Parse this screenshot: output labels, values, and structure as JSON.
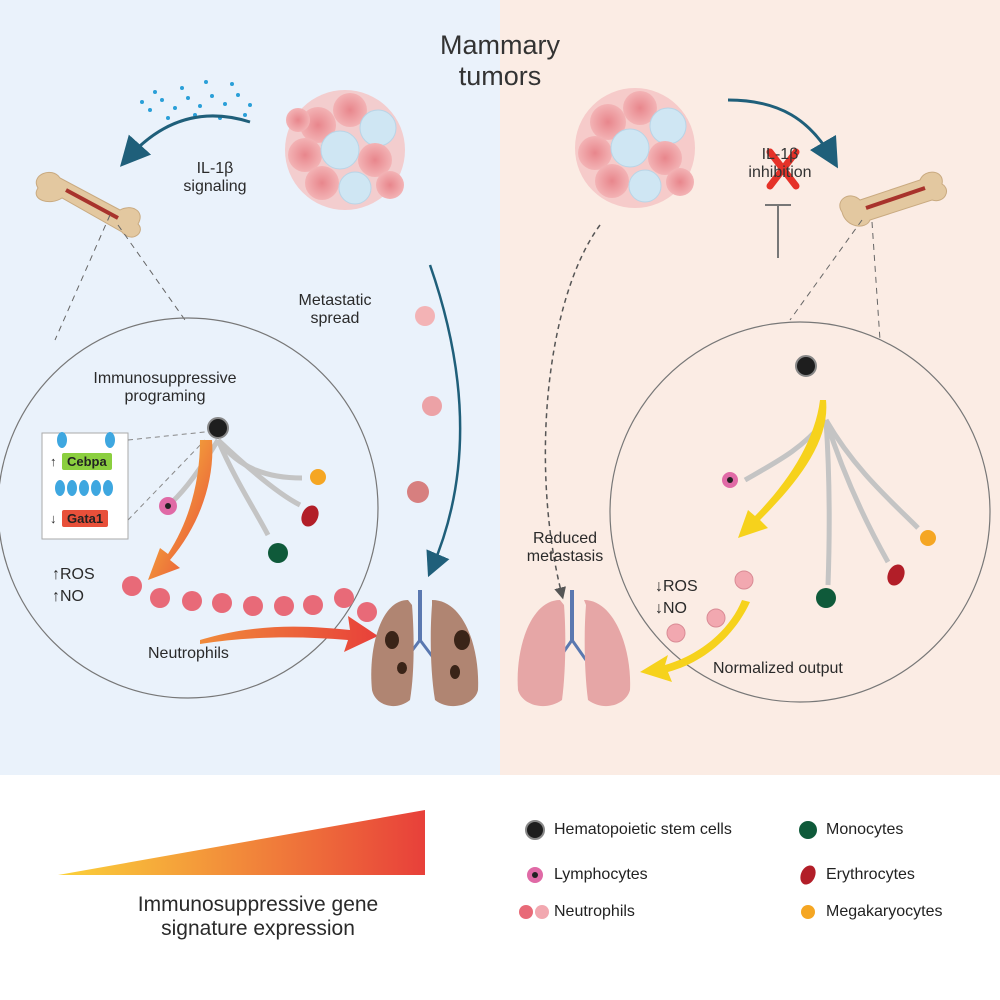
{
  "title": [
    "Mammary",
    "tumors"
  ],
  "left": {
    "il1b_label": [
      "IL-1β",
      "signaling"
    ],
    "metastatic_label": [
      "Metastatic",
      "spread"
    ],
    "programming_label": [
      "Immunosuppressive",
      "programing"
    ],
    "gene_up": "Cebpa",
    "gene_down": "Gata1",
    "ros": "ROS",
    "no": "NO",
    "neutrophils_label": "Neutrophils"
  },
  "right": {
    "inhibition_label": [
      "IL-1β",
      "inhibition"
    ],
    "reduced_label": [
      "Reduced",
      "metastasis"
    ],
    "ros": "ROS",
    "no": "NO",
    "normalized_label": "Normalized output"
  },
  "gradient_label": [
    "Immunosuppressive gene",
    "signature expression"
  ],
  "legend": [
    {
      "label": "Hematopoietic stem cells",
      "color": "#1e1e1e"
    },
    {
      "label": "Lymphocytes",
      "color": "#e06aa6"
    },
    {
      "label": "Neutrophils",
      "color": "#e86a78"
    },
    {
      "label": "Monocytes",
      "color": "#0f5a3a"
    },
    {
      "label": "Erythrocytes",
      "color": "#b21e28"
    },
    {
      "label": "Megakaryocytes",
      "color": "#f5a623"
    }
  ],
  "colors": {
    "left_bg": "#eaf2fb",
    "right_bg": "#fbece4",
    "arrow_blue": "#1f5f7a",
    "gradient_start": "#fbd23a",
    "gradient_end": "#e8403a",
    "gene_up_bg": "#8bcf3f",
    "gene_down_bg": "#e8503a"
  }
}
